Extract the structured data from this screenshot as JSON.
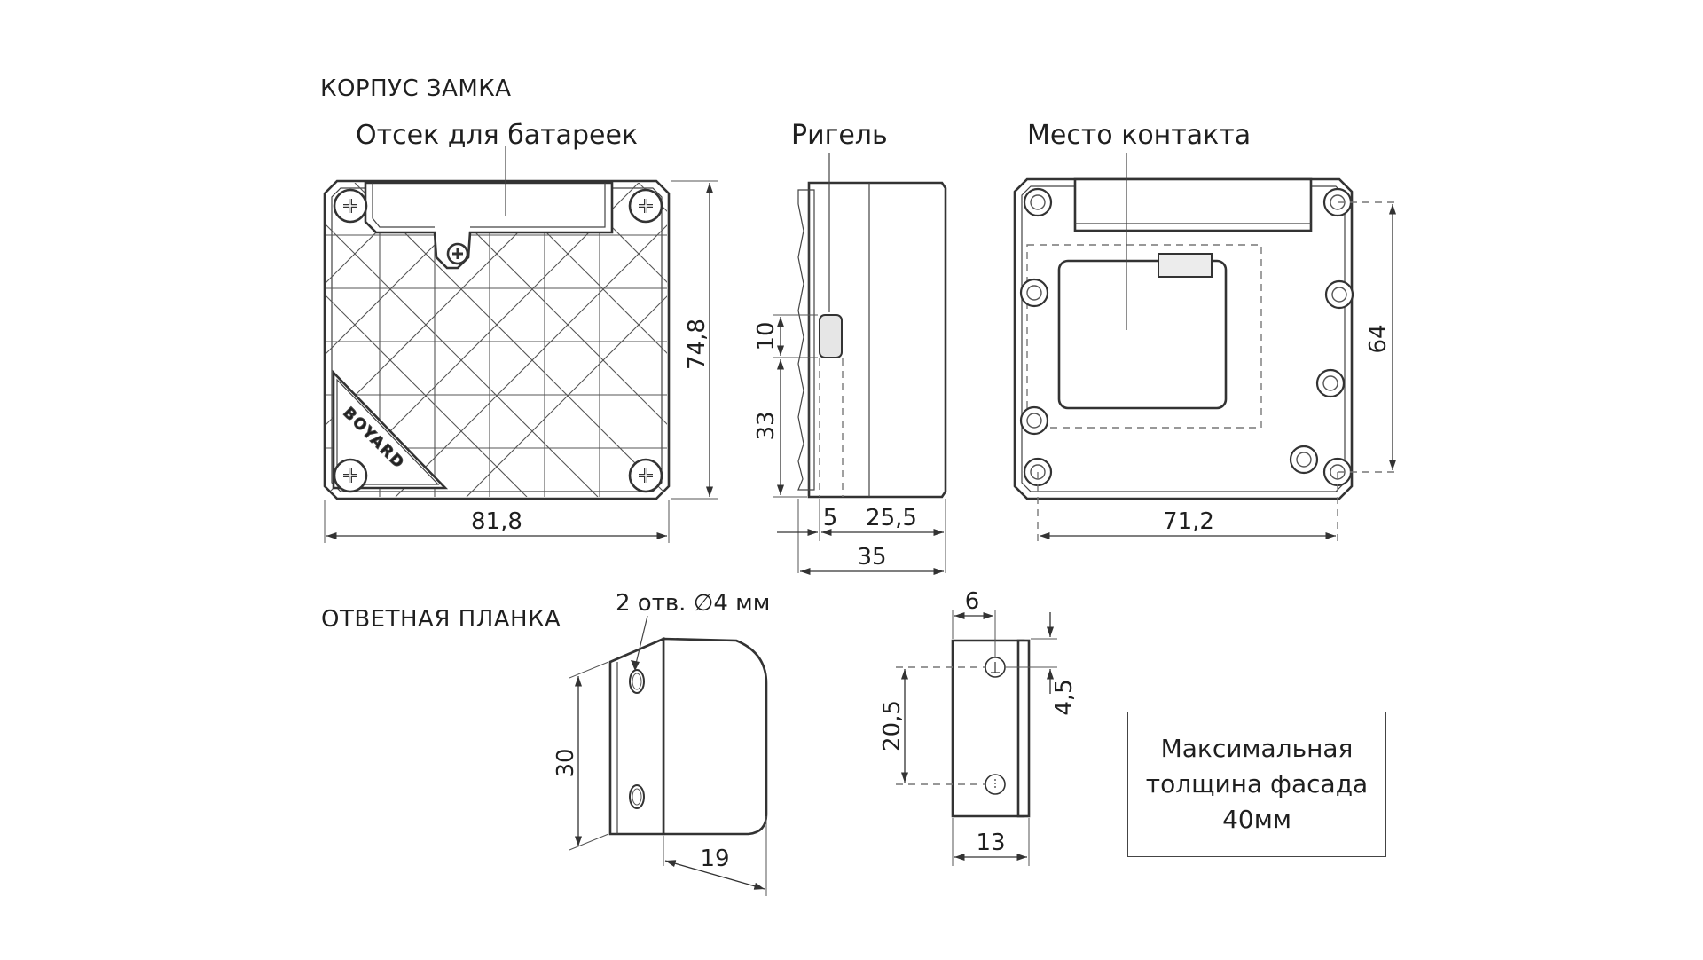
{
  "sections": {
    "lock_body": "КОРПУС ЗАМКА",
    "strike_plate": "ОТВЕТНАЯ ПЛАНКА"
  },
  "callouts": {
    "battery_compartment": "Отсек для батареек",
    "bolt": "Ригель",
    "contact_point": "Место контакта",
    "holes": "2 отв. ∅4 мм"
  },
  "brand_logo": "BOYARD",
  "dimensions": {
    "front_width": "81,8",
    "front_height": "74,8",
    "bolt_height": "10",
    "bolt_offset": "33",
    "side_front_depth": "5",
    "side_body_depth": "25,5",
    "side_total_depth": "35",
    "back_hole_spacing_h": "71,2",
    "back_hole_spacing_v": "64",
    "strike_height": "30",
    "strike_depth": "19",
    "strike_side_top": "6",
    "strike_side_hole_offset": "4,5",
    "strike_side_hole_spacing": "20,5",
    "strike_side_width": "13"
  },
  "note": {
    "line1": "Максимальная",
    "line2": "толщина фасада",
    "line3": "40мм"
  }
}
